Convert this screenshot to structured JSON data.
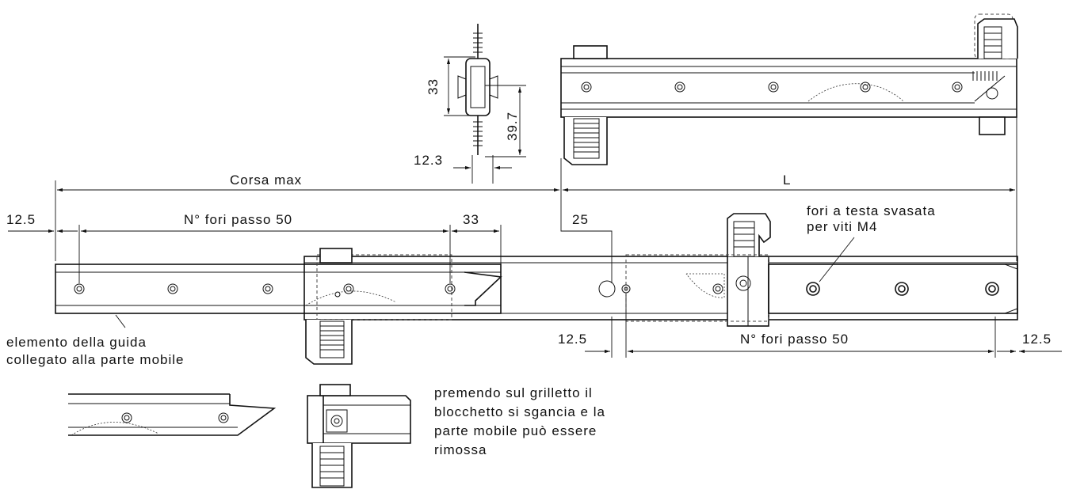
{
  "labels": {
    "corsa_max": "Corsa max",
    "L": "L",
    "edge_left": "12.5",
    "holes_left": "N° fori passo 50",
    "dim_33": "33",
    "dim_25": "25",
    "holes_right": "N° fori passo 50",
    "edge_mid": "12.5",
    "edge_right": "12.5",
    "sec_height": "33",
    "sec_total": "39.7",
    "sec_width": "12.3",
    "fori_note": "fori a testa svasata per viti M4",
    "elemento_note": "elemento della guida collegato alla parte mobile",
    "premendo_note": "premendo sul grilletto il blocchetto si sgancia e la parte mobile può essere rimossa"
  },
  "colors": {
    "line": "#111111",
    "background": "#ffffff"
  }
}
